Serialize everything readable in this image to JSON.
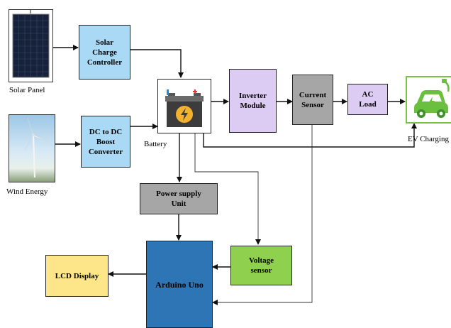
{
  "blocks": {
    "solar_controller": "Solar\nCharge\nController",
    "dc_converter": "DC to DC\nBoost\nConverter",
    "inverter": "Inverter\nModule",
    "current_sensor": "Current\nSensor",
    "ac_load": "AC\nLoad",
    "power_supply": "Power supply\nUnit",
    "voltage_sensor": "Voltage\nsensor",
    "lcd": "LCD Display",
    "arduino": "Arduino Uno"
  },
  "captions": {
    "solar_panel": "Solar Panel",
    "wind": "Wind Energy",
    "battery": "Battery",
    "ev": "EV Charging"
  },
  "colors": {
    "light_blue": "#a9d9f5",
    "lavender": "#dccbf2",
    "gray": "#a6a6a6",
    "green": "#8fd14f",
    "yellow": "#fde68a",
    "arduino_blue": "#2e75b6"
  }
}
